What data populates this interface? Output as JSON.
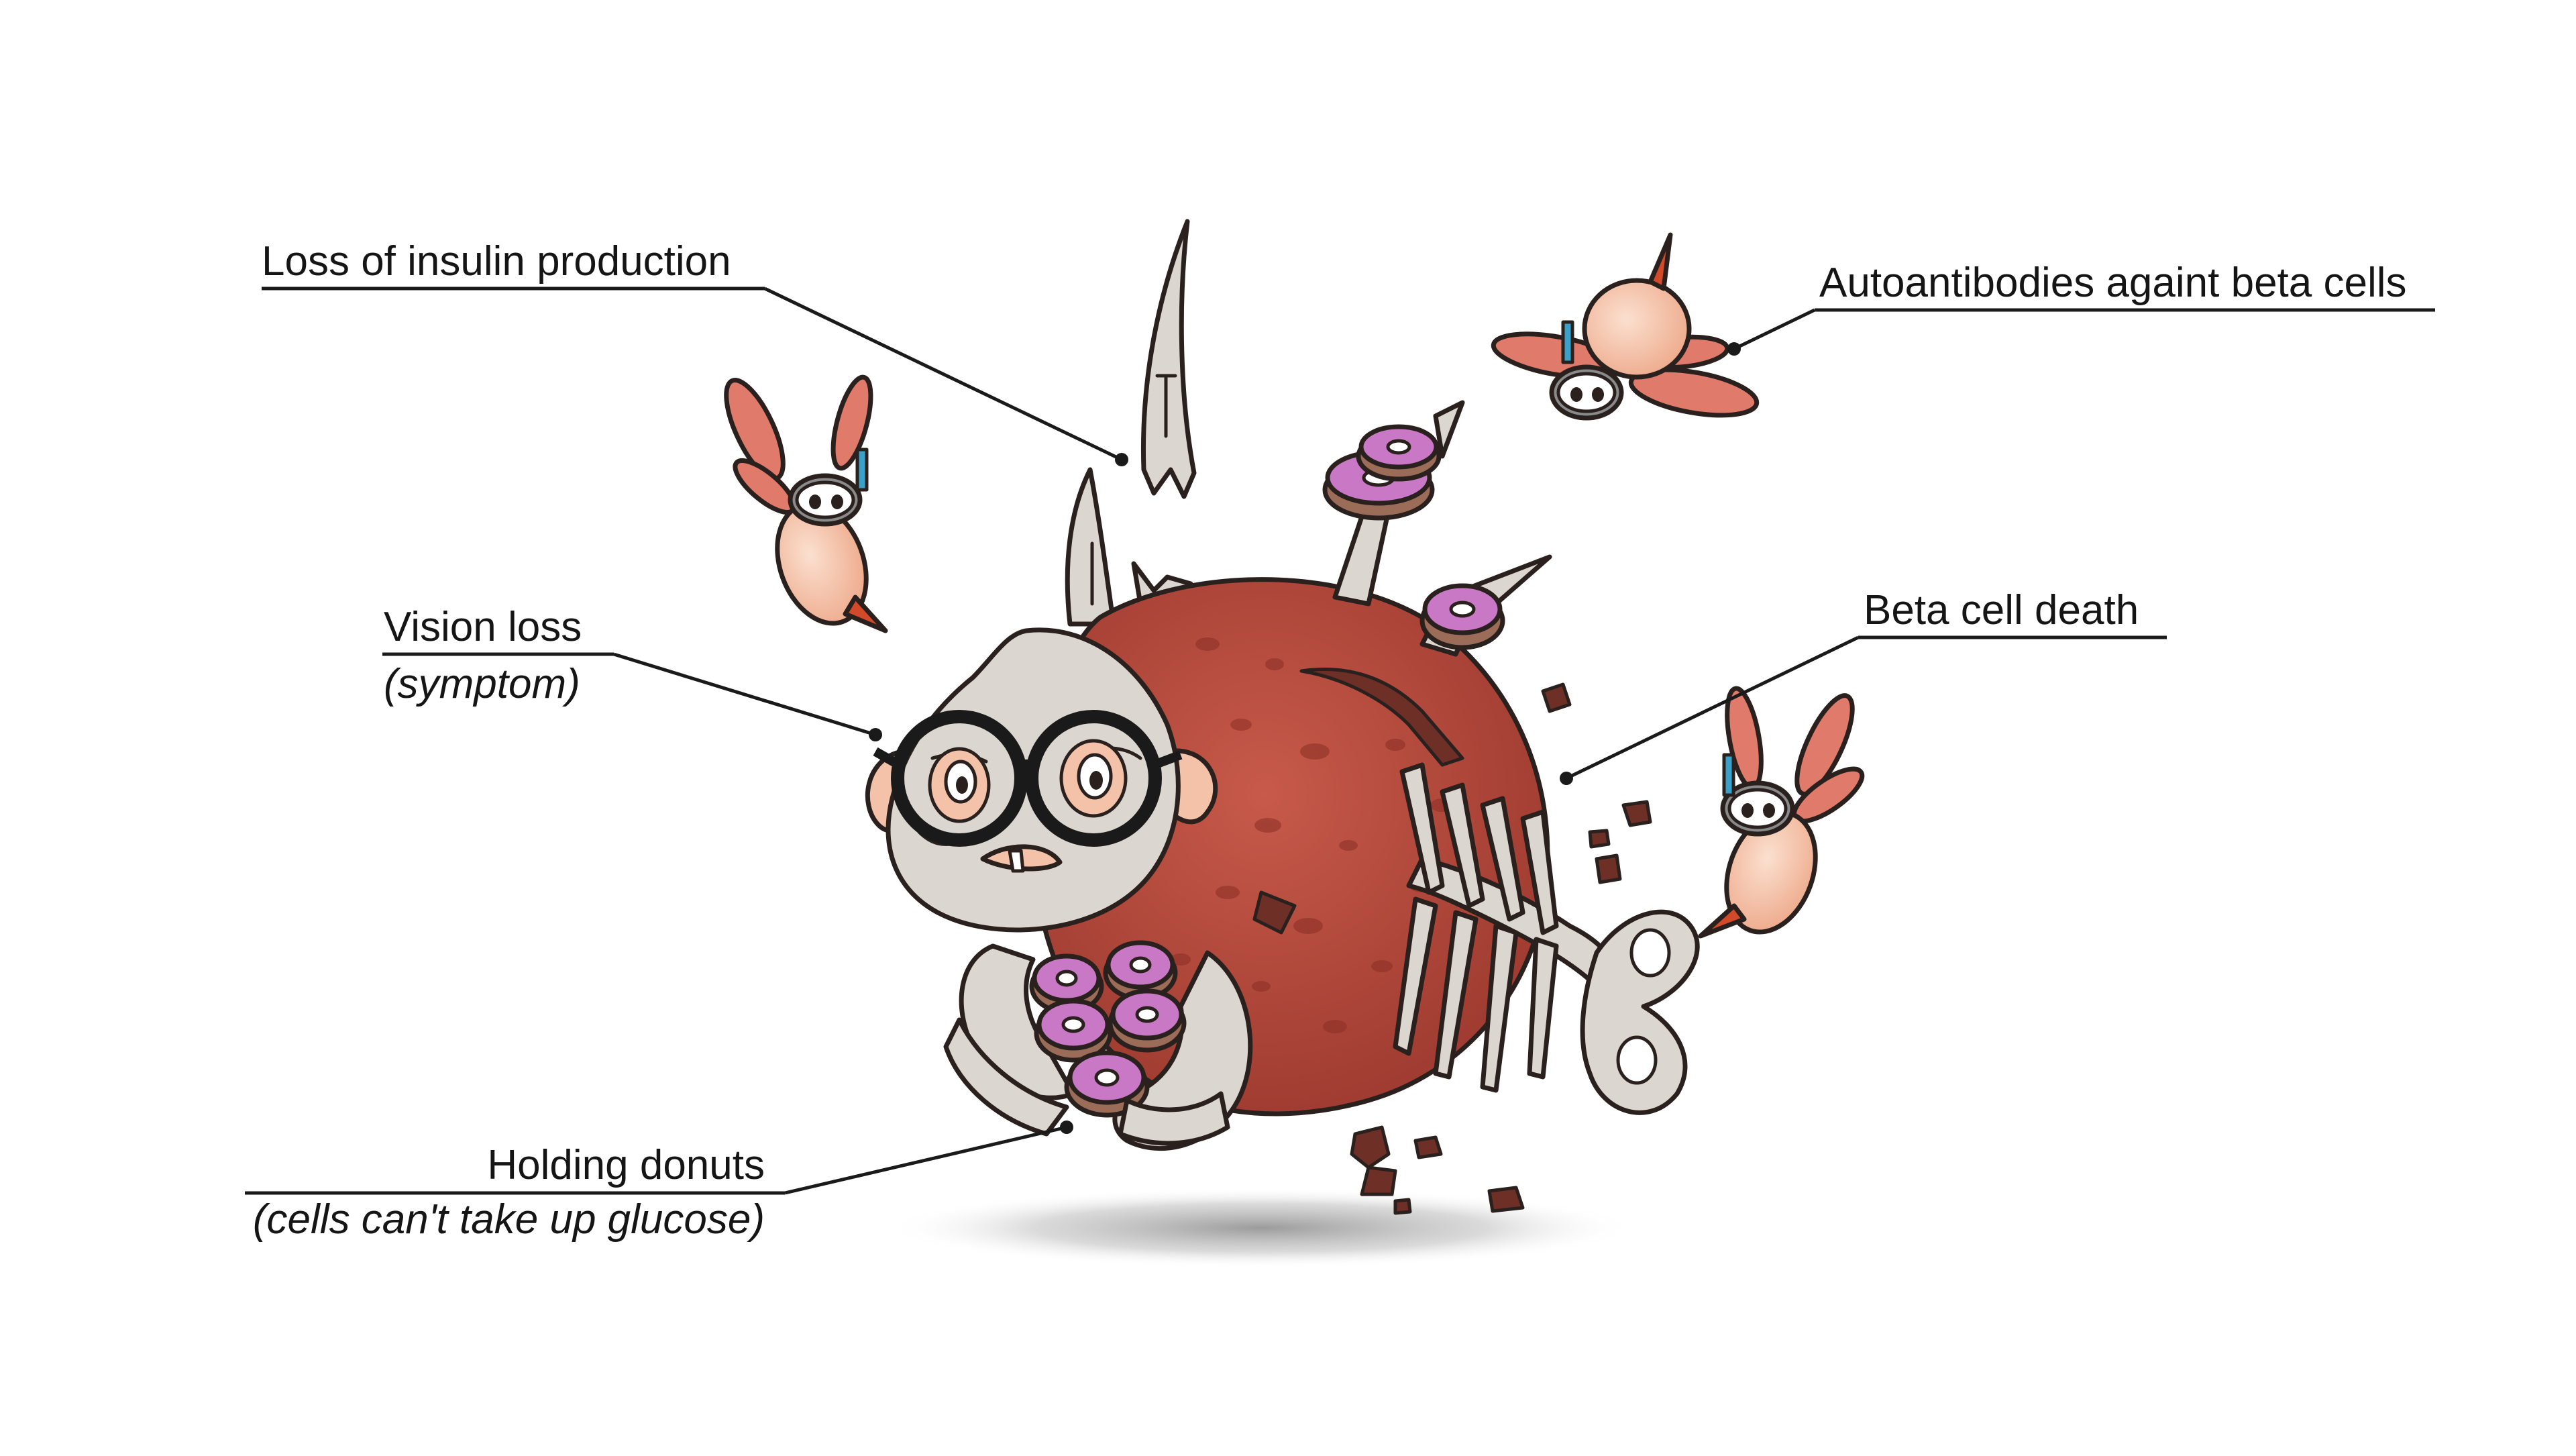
{
  "annotations": {
    "insulin": {
      "title": "Loss of insulin production"
    },
    "autoantibodies": {
      "title": "Autoantibodies againt beta cells"
    },
    "vision": {
      "title": "Vision loss",
      "subtitle": "(symptom)"
    },
    "beta_death": {
      "title": "Beta cell death"
    },
    "donuts": {
      "title": "Holding donuts",
      "subtitle": "(cells can't take up glucose)"
    }
  },
  "colors": {
    "cell_red": "#b9493c",
    "cell_red_dark": "#8a2e25",
    "bone": "#dcd6d0",
    "bone_shadow": "#b8b0a8",
    "skin_peach": "#f3c2a8",
    "donut_icing": "#c978c6",
    "donut_dough": "#9b6d58",
    "wing": "#e07a6a",
    "debris": "#6e2f26",
    "ink": "#2a211f"
  },
  "icons": [
    "beta-cell-character",
    "antibody-mosquito-icon",
    "donut-icon",
    "glasses-icon",
    "fish-skeleton-icon",
    "insulin-spike-icon"
  ]
}
